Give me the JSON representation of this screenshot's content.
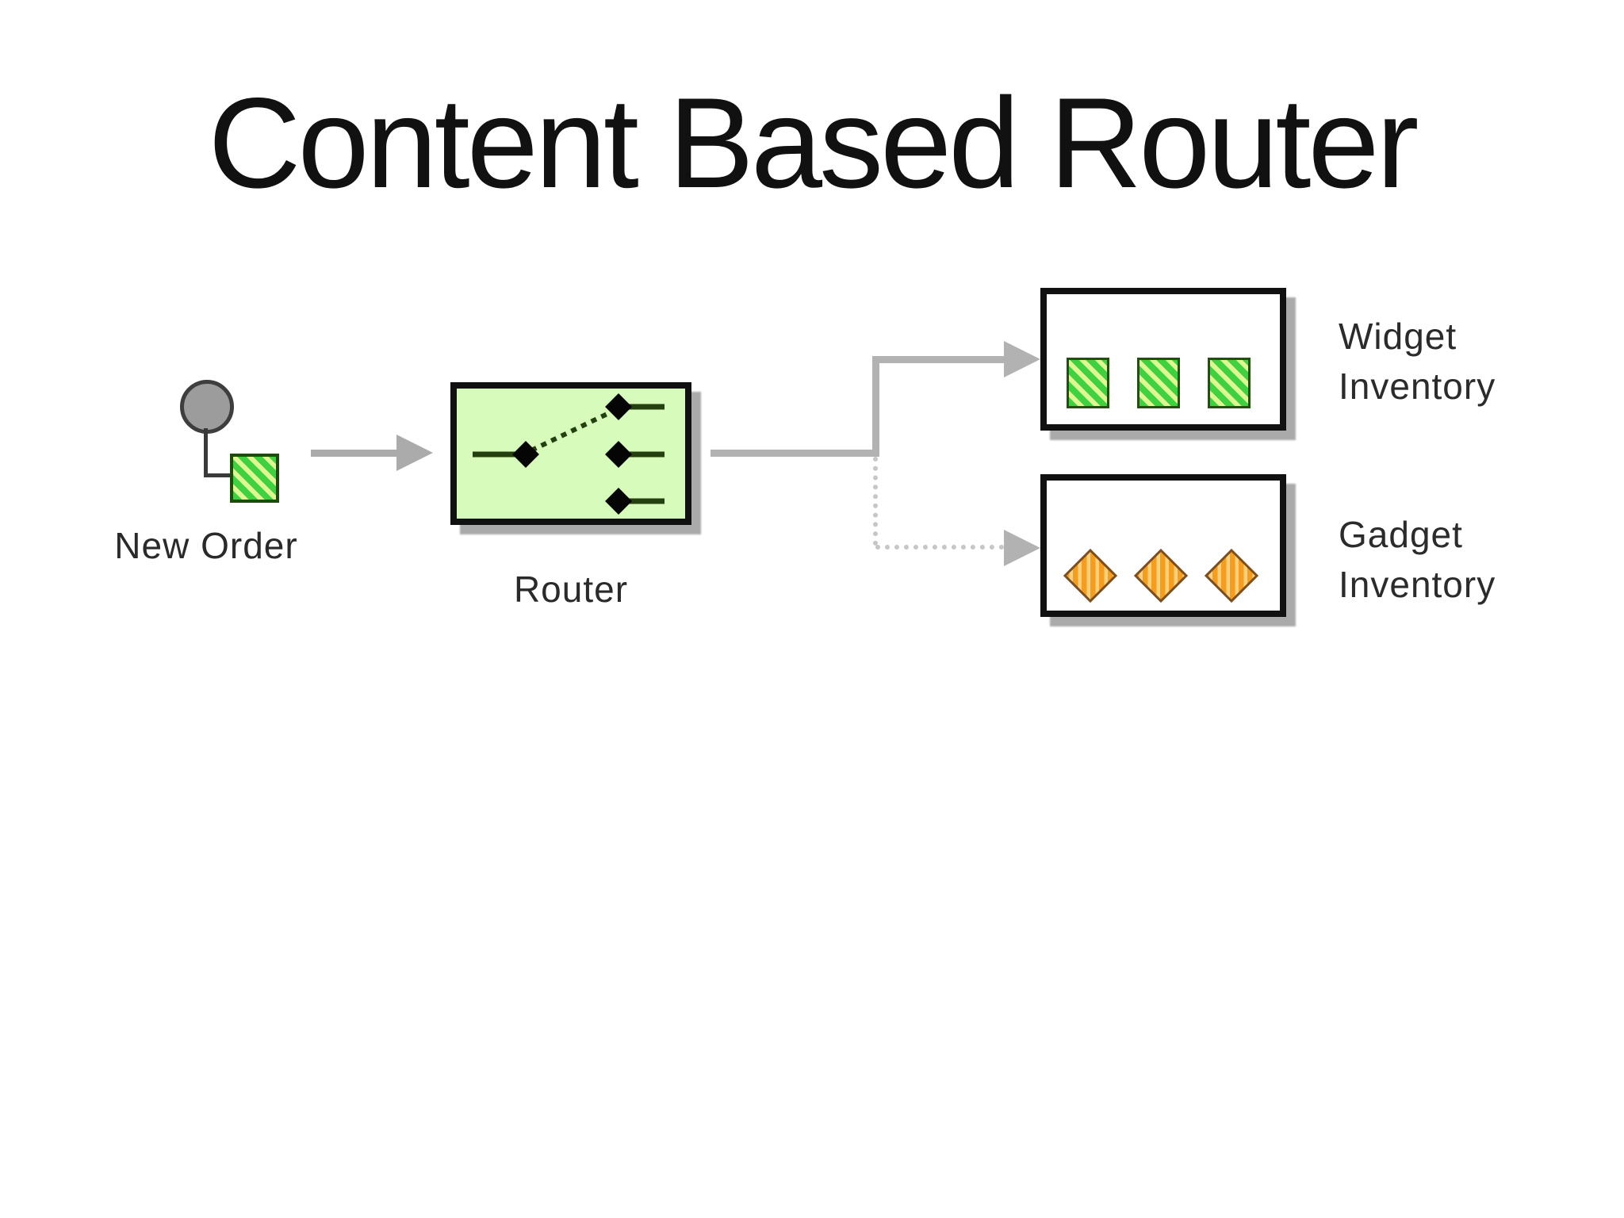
{
  "title": "Content Based Router",
  "diagram": {
    "source": {
      "label": "New Order",
      "icon": "message-icon"
    },
    "router": {
      "label": "Router",
      "icon": "router-switch-icon",
      "fill": "#d6fbba",
      "outputs": 3,
      "selected_output": 1
    },
    "destinations": [
      {
        "label": "Widget Inventory",
        "label_lines": "Widget\nInventory",
        "item_icon": "widget-item-icon",
        "item_count": 3,
        "connector_style": "solid"
      },
      {
        "label": "Gadget Inventory",
        "label_lines": "Gadget\nInventory",
        "item_icon": "gadget-item-icon",
        "item_count": 3,
        "connector_style": "dotted"
      }
    ]
  },
  "icons": {
    "message-icon": "gray-circle-linked-to-hatched-square",
    "router-switch-icon": "selector-switch-one-input-three-outputs",
    "widget-item-icon": "green-diagonal-hatched-square",
    "gadget-item-icon": "orange-vertical-striped-diamond",
    "arrow-icon": "gray-triangle-arrowhead"
  },
  "colors": {
    "background": "#ffffff",
    "title_text": "#111111",
    "label_text": "#2a2a2a",
    "router_fill": "#d6fbba",
    "box_border": "#111111",
    "box_shadow": "#aaaaaa",
    "connector_gray": "#b2b2b2",
    "message_circle_fill": "#9c9c9c",
    "widget_green": "#3fd140",
    "widget_green_stripe": "#ddf892",
    "gadget_orange": "#f49d1f",
    "gadget_orange_stripe": "#fdd17b",
    "switch_line": "#24400f"
  }
}
